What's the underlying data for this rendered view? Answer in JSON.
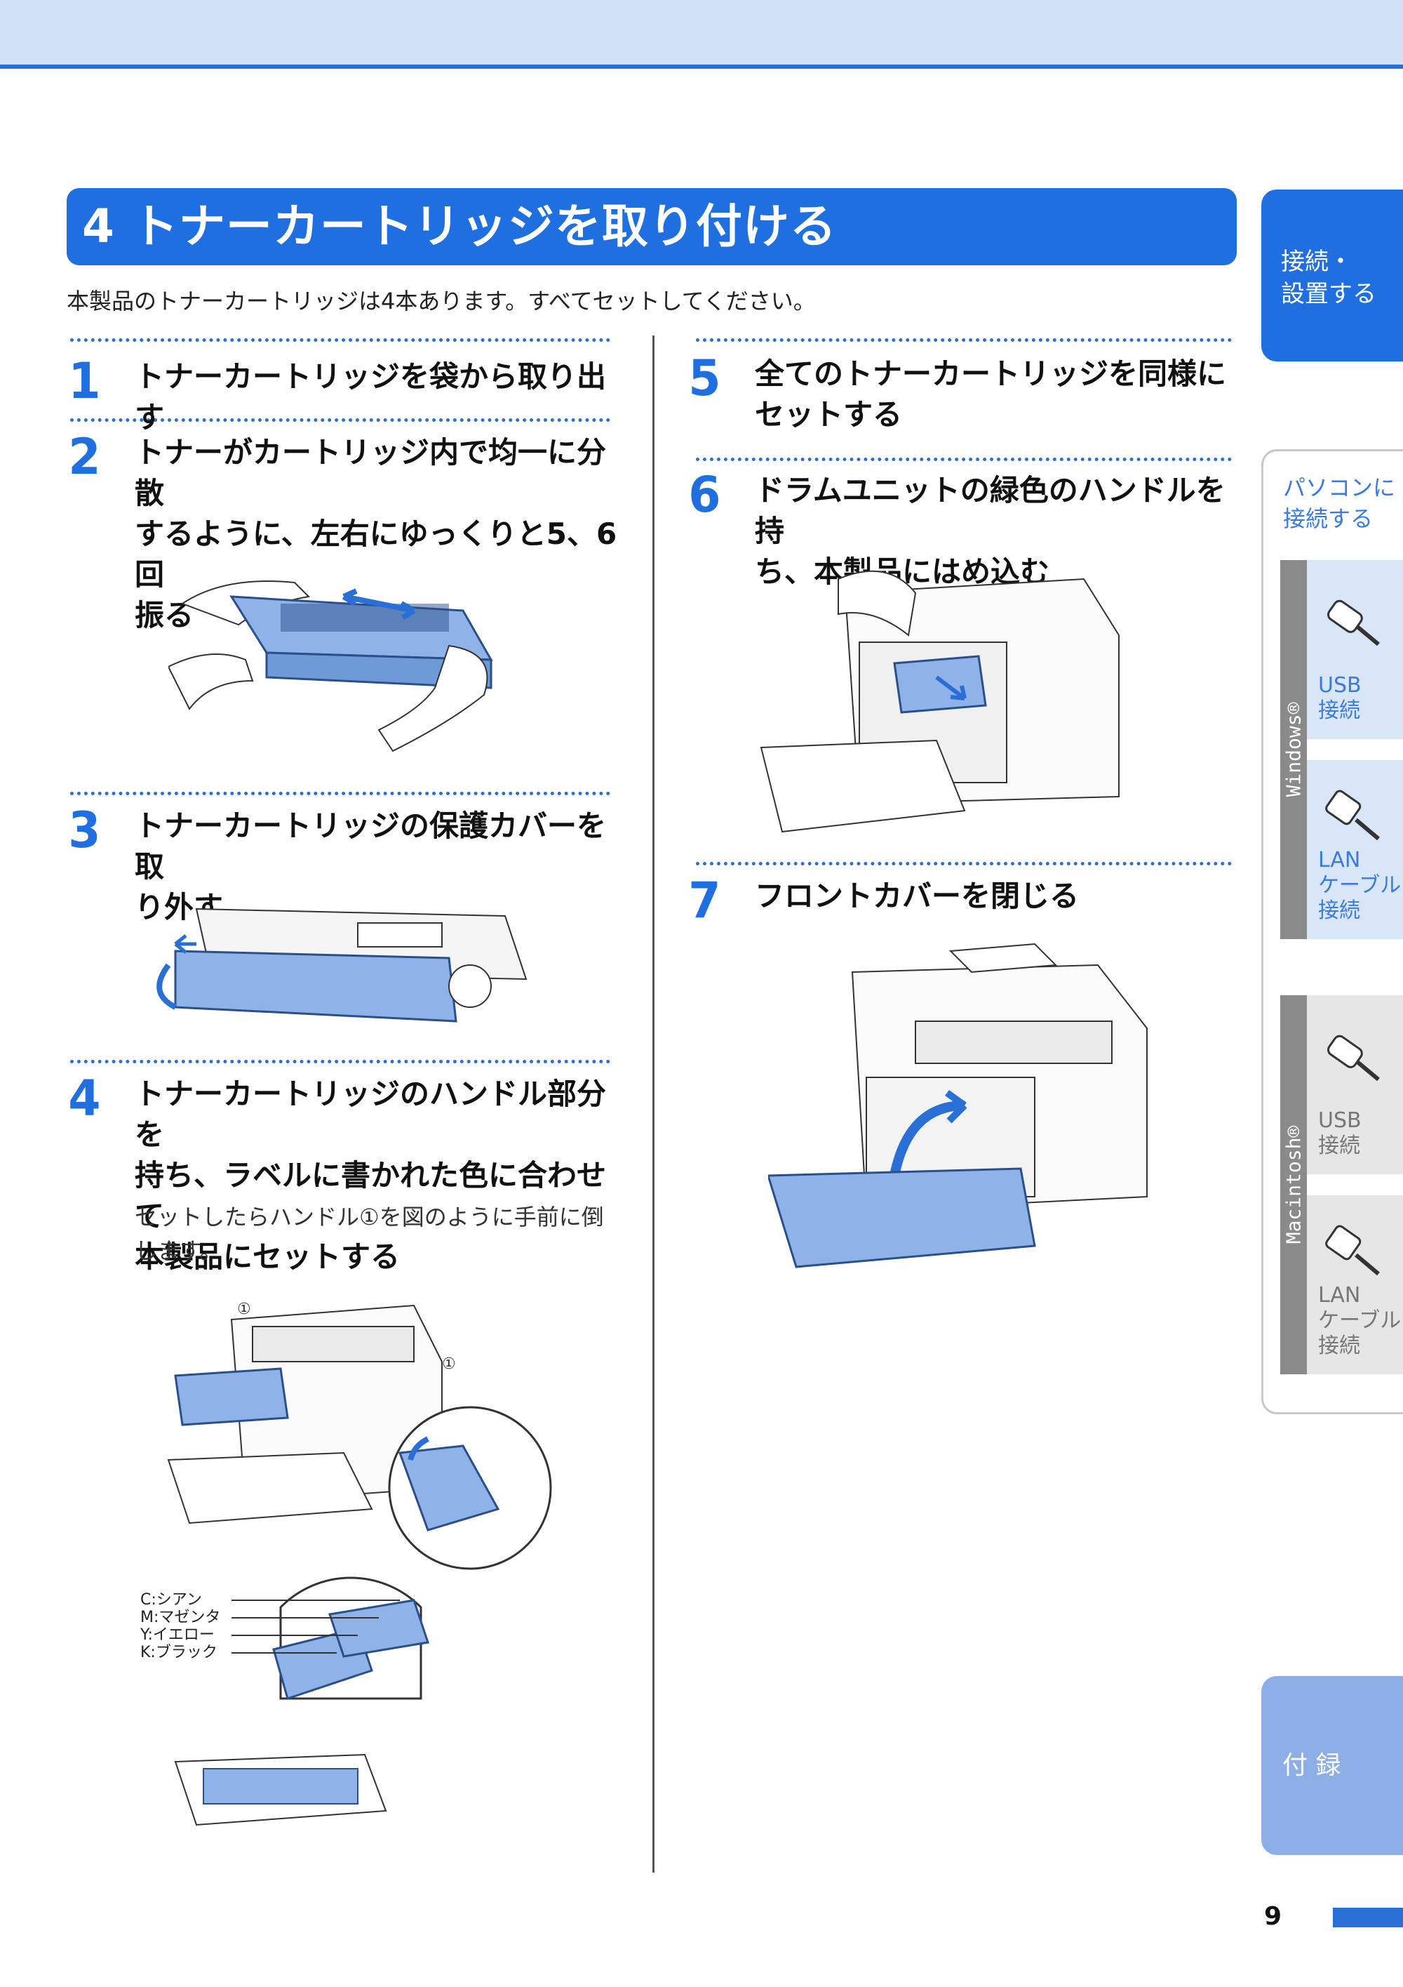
{
  "section": {
    "title": "4 トナーカートリッジを取り付ける",
    "intro": "本製品のトナーカートリッジは4本あります。すべてセットしてください。"
  },
  "steps": [
    {
      "num": "1",
      "text": "トナーカートリッジを袋から取り出す"
    },
    {
      "num": "2",
      "text": "トナーがカートリッジ内で均一に分散\nするように、左右にゆっくりと5、6回\n振る"
    },
    {
      "num": "3",
      "text": "トナーカートリッジの保護カバーを取\nり外す"
    },
    {
      "num": "4",
      "text": "トナーカートリッジのハンドル部分を\n持ち、ラベルに書かれた色に合わせて\n本製品にセットする",
      "note": "セットしたらハンドル①を図のように手前に倒\nします。"
    },
    {
      "num": "5",
      "text": "全てのトナーカートリッジを同様に\nセットする"
    },
    {
      "num": "6",
      "text": "ドラムユニットの緑色のハンドルを持\nち、本製品にはめ込む"
    },
    {
      "num": "7",
      "text": "フロントカバーを閉じる"
    }
  ],
  "figure4": {
    "callout": "①",
    "colors": [
      "C:シアン",
      "M:マゼンタ",
      "Y:イエロー",
      "K:ブラック"
    ]
  },
  "sidebar": {
    "connect": "接続・\n設置する",
    "pc": "パソコンに\n接続する",
    "windows": "Windows®",
    "mac": "Macintosh®",
    "usb": "USB\n接続",
    "lan": "LAN\nケーブル\n接続",
    "appendix": "付 録"
  },
  "page": {
    "number": "9"
  },
  "colors": {
    "accent": "#1f6fe0",
    "light_band": "#cfe0f7",
    "illustration_blue": "#8fb3e8"
  }
}
